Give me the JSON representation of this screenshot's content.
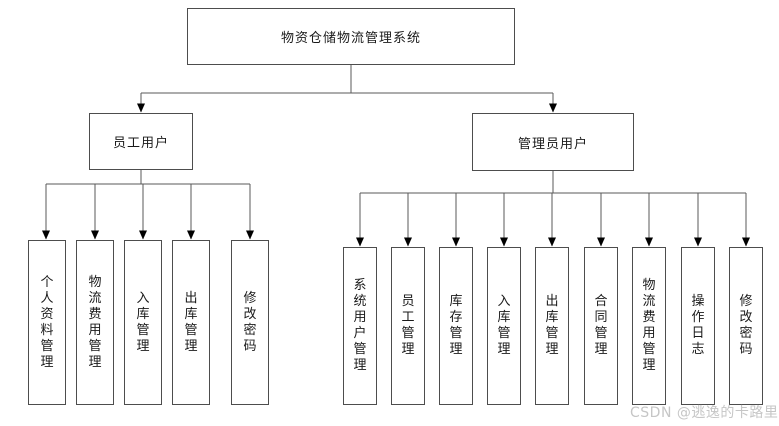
{
  "diagram": {
    "title": "物资仓储物流管理系统",
    "root": {
      "label": "物资仓储物流管理系统"
    },
    "branches": [
      {
        "label": "员工用户",
        "children": [
          "个人资料管理",
          "物流费用管理",
          "入库管理",
          "出库管理",
          "修改密码"
        ]
      },
      {
        "label": "管理员用户",
        "children": [
          "系统用户管理",
          "员工管理",
          "库存管理",
          "入库管理",
          "出库管理",
          "合同管理",
          "物流费用管理",
          "操作日志",
          "修改密码"
        ]
      }
    ]
  },
  "watermark": "CSDN @逃逸的卡路里",
  "colors": {
    "background": "#ffffff",
    "box_border": "#4d4d4d",
    "connector_line": "#5a5a5a",
    "arrowhead": "#000000",
    "text": "#1a1a1a",
    "watermark_text": "#c6c6c6"
  }
}
